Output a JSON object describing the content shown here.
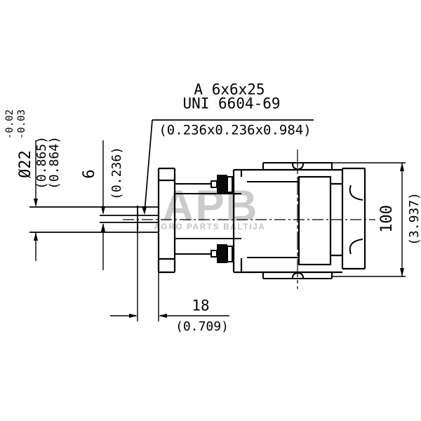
{
  "drawing": {
    "key_annotation": {
      "line1": "A 6x6x25",
      "line2": "UNI 6604-69",
      "inches": "(0.236x0.236x0.984)"
    },
    "dimensions": {
      "shaft_diameter": {
        "metric": "Ø22",
        "tolerance_upper": "-0.02",
        "tolerance_lower": "-0.03",
        "inch_upper": "(0.865)",
        "inch_lower": "(0.864)"
      },
      "keyway_width": {
        "metric": "6",
        "inch": "(0.236)"
      },
      "shaft_protrusion": {
        "metric": "18",
        "inch": "(0.709)"
      },
      "body_height": {
        "metric": "100",
        "inch": "(3.937)"
      }
    },
    "watermark": {
      "logo": "APB",
      "subtitle": "AGRO PARTS BALTIJA"
    },
    "colors": {
      "line": "#000000",
      "background": "#ffffff",
      "watermark_logo": "#cbcbcb",
      "watermark_text": "#c2c2c2"
    }
  }
}
